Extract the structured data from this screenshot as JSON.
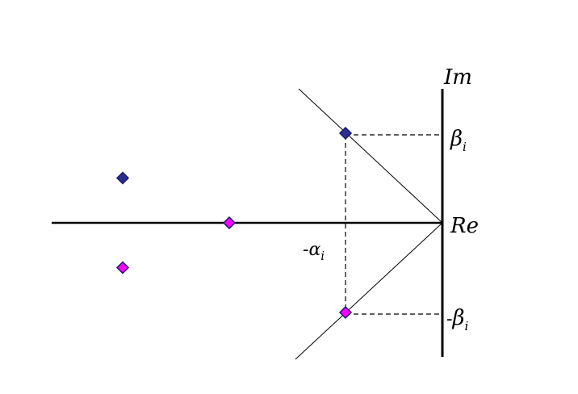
{
  "axes": {
    "imag_label": "Im",
    "real_label": "Re"
  },
  "labels": {
    "beta_symbol": "β",
    "beta_sub": "i",
    "neg_beta_prefix": "-",
    "neg_beta_symbol": "β",
    "neg_beta_sub": "i",
    "neg_alpha_prefix": "-",
    "neg_alpha_symbol": "α",
    "neg_alpha_sub": "i"
  },
  "poles": [
    {
      "re": -1.0,
      "im": 1.0,
      "color": "#2b2d8f"
    },
    {
      "re": -1.0,
      "im": -1.0,
      "color": "#ff00ff"
    },
    {
      "re": -2.2,
      "im": 0.0,
      "color": "#ff00ff"
    },
    {
      "re": -3.3,
      "im": 0.5,
      "color": "#2b2d8f"
    },
    {
      "re": -3.3,
      "im": -0.5,
      "color": "#ff00ff"
    }
  ],
  "colors": {
    "axis": "#000000",
    "pole_outline": "#1a1a6e",
    "pole_fill_blue": "#2b2d8f",
    "pole_fill_magenta": "#ff00ff"
  }
}
